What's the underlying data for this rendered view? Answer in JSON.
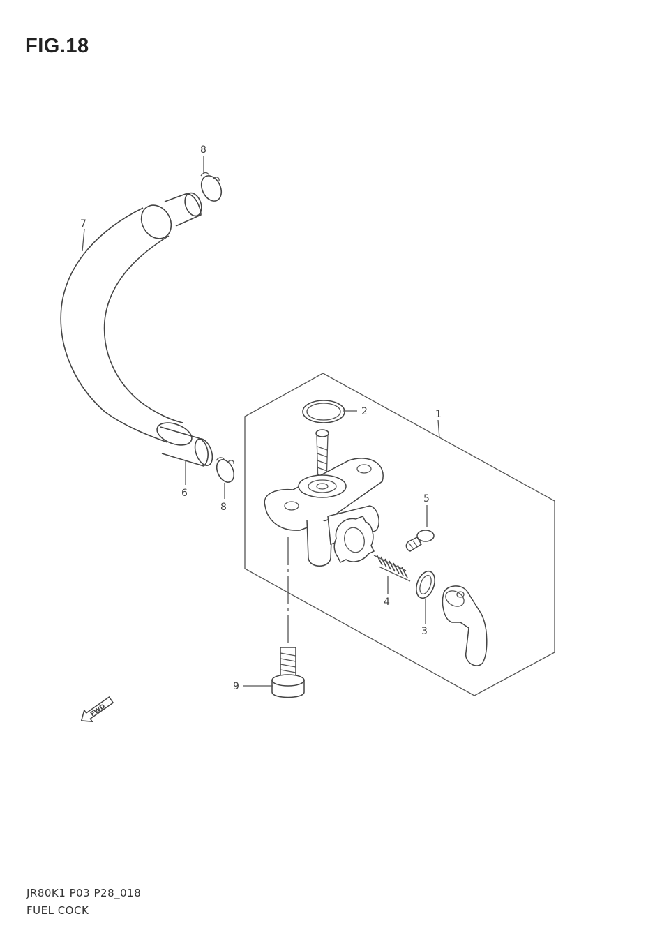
{
  "figure": {
    "title": "FIG.18",
    "code": "JR80K1 P03 P28_018",
    "name": "FUEL COCK"
  },
  "callouts": [
    {
      "id": "1",
      "label": "1"
    },
    {
      "id": "2",
      "label": "2"
    },
    {
      "id": "3",
      "label": "3"
    },
    {
      "id": "4",
      "label": "4"
    },
    {
      "id": "5",
      "label": "5"
    },
    {
      "id": "6",
      "label": "6"
    },
    {
      "id": "7",
      "label": "7"
    },
    {
      "id": "8a",
      "label": "8"
    },
    {
      "id": "8b",
      "label": "8"
    },
    {
      "id": "9",
      "label": "9"
    }
  ],
  "direction_marker": {
    "label": "FWD",
    "icon": "forward-arrow-icon"
  },
  "colors": {
    "line": "#444444",
    "background": "#ffffff"
  }
}
